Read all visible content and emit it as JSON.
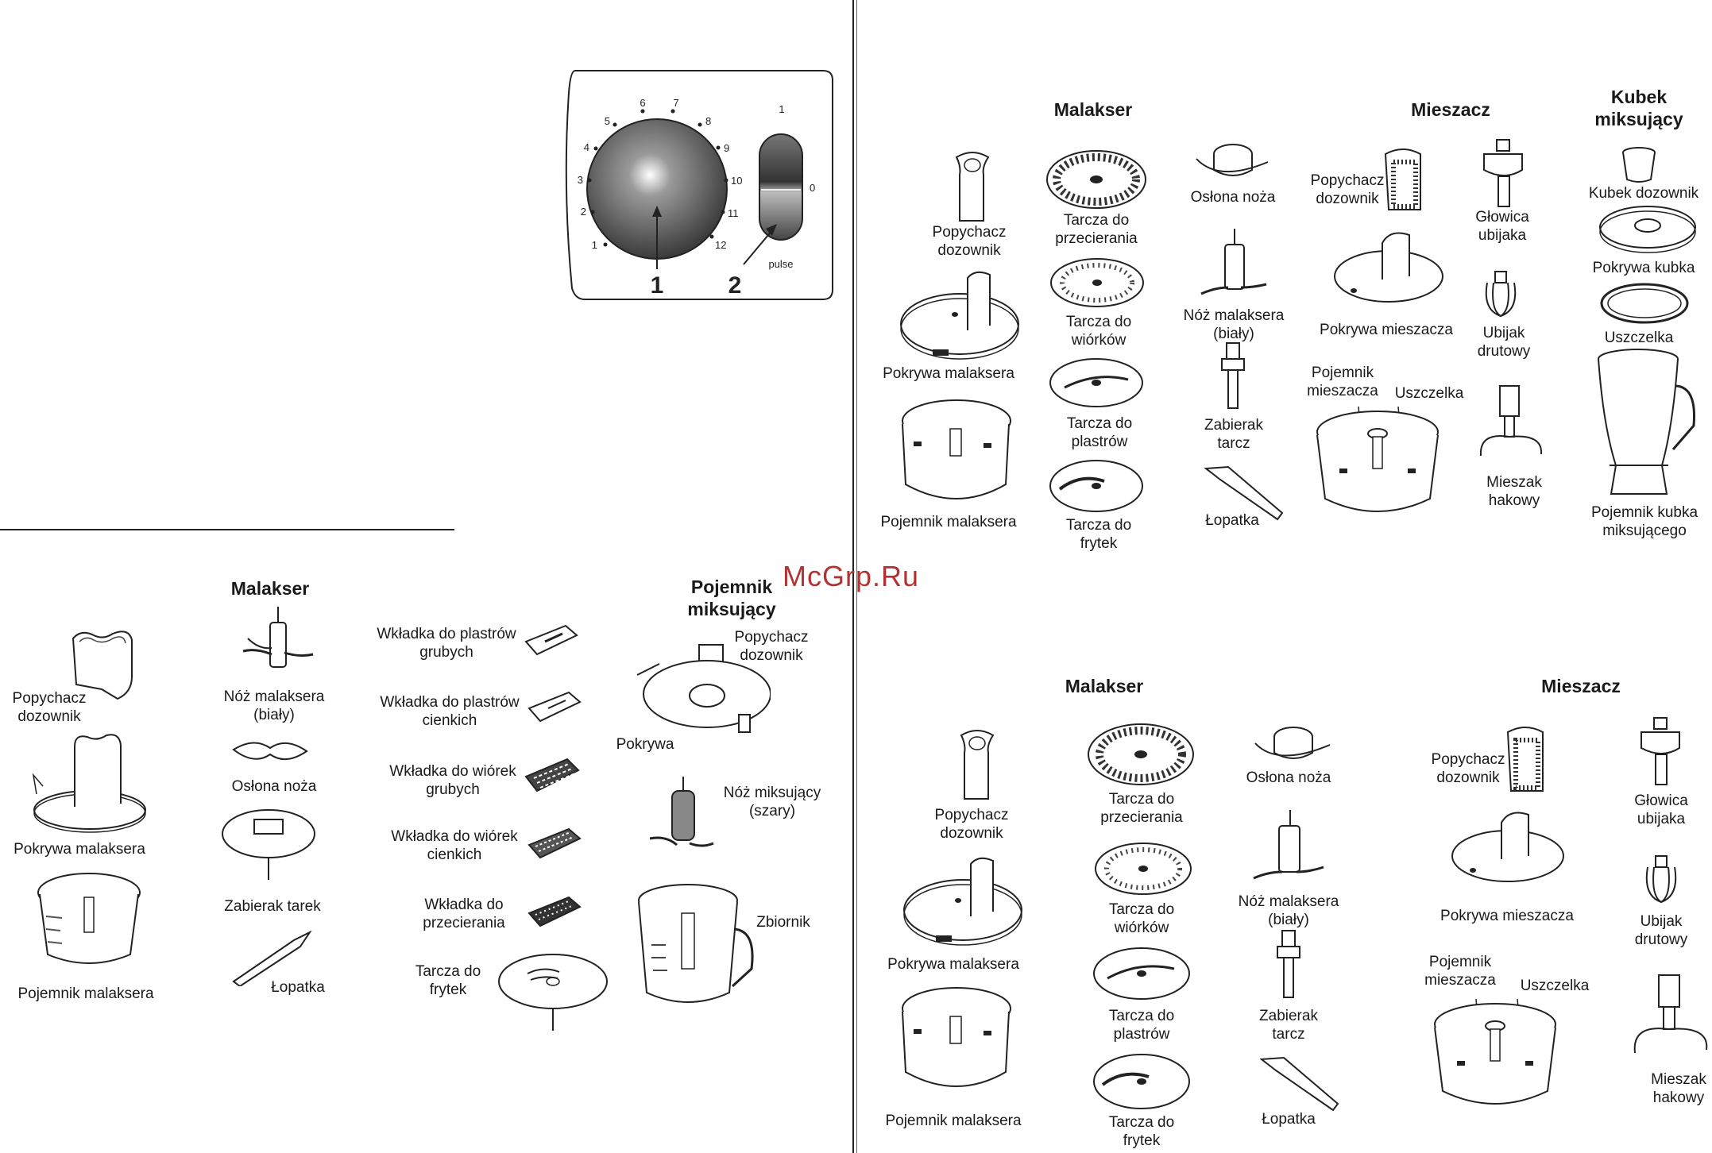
{
  "watermark": "McGrp.Ru",
  "panel": {
    "numbers": [
      "1",
      "2",
      "3",
      "4",
      "5",
      "6",
      "7",
      "8",
      "9",
      "10",
      "11",
      "12"
    ],
    "switch_top": "1",
    "switch_mid": "0",
    "switch_bottom": "pulse",
    "callout_1": "1",
    "callout_2": "2"
  },
  "set_a": {
    "malakser_header": "Malakser",
    "pojemnik_header": "Pojemnik miksujący",
    "popychacz": "Popychacz dozownik",
    "pokrywa_malaksera": "Pokrywa malaksera",
    "pojemnik_malaksera": "Pojemnik malaksera",
    "noz_malaksera": "Nóż malaksera (biały)",
    "oslona_noza": "Osłona noża",
    "zabierak_tarek": "Zabierak tarek",
    "lopatka": "Łopatka",
    "wkladka_1": "Wkładka do plastrów grubych",
    "wkladka_2": "Wkładka do plastrów cienkich",
    "wkladka_3": "Wkładka do wiórek grubych",
    "wkladka_4": "Wkładka do wiórek cienkich",
    "wkladka_5": "Wkładka do przecierania",
    "tarcza_frytek": "Tarcza do frytek",
    "popychacz_dozownik": "Popychacz dozownik",
    "pokrywa": "Pokrywa",
    "noz_miksujacy": "Nóż miksujący (szary)",
    "zbiornik": "Zbiornik"
  },
  "set_b": {
    "malakser_header": "Malakser",
    "mieszacz_header": "Mieszacz",
    "kubek_header": "Kubek miksujący",
    "popychacz": "Popychacz dozownik",
    "pokrywa_malaksera": "Pokrywa malaksera",
    "pojemnik_malaksera": "Pojemnik malaksera",
    "tarcza_przecierania": "Tarcza do przecierania",
    "tarcza_wiorkow": "Tarcza do wiórków",
    "tarcza_plastrow": "Tarcza do plastrów",
    "tarcza_frytek": "Tarcza do frytek",
    "oslona_noza": "Osłona noża",
    "noz_malaksera": "Nóż malaksera (biały)",
    "zabierak_tarcz": "Zabierak tarcz",
    "lopatka": "Łopatka",
    "popychacz_m": "Popychacz dozownik",
    "pokrywa_mieszacza": "Pokrywa mieszacza",
    "pojemnik_mieszacza": "Pojemnik mieszacza",
    "uszczelka": "Uszczelka",
    "glowica": "Głowica ubijaka",
    "ubijak": "Ubijak drutowy",
    "mieszak": "Mieszak hakowy",
    "kubek_dozownik": "Kubek dozownik",
    "pokrywa_kubka": "Pokrywa kubka",
    "uszczelka_k": "Uszczelka",
    "pojemnik_kubka": "Pojemnik kubka miksującego"
  },
  "set_c": {
    "malakser_header": "Malakser",
    "mieszacz_header": "Mieszacz",
    "popychacz": "Popychacz dozownik",
    "pokrywa_malaksera": "Pokrywa malaksera",
    "pojemnik_malaksera": "Pojemnik malaksera",
    "tarcza_przecierania": "Tarcza do przecierania",
    "tarcza_wiorkow": "Tarcza do wiórków",
    "tarcza_plastrow": "Tarcza do plastrów",
    "tarcza_frytek": "Tarcza do frytek",
    "oslona_noza": "Osłona noża",
    "noz_malaksera": "Nóż malaksera (biały)",
    "zabierak_tarcz": "Zabierak tarcz",
    "lopatka": "Łopatka",
    "popychacz_m": "Popychacz dozownik",
    "pokrywa_mieszacza": "Pokrywa mieszacza",
    "pojemnik_mieszacza": "Pojemnik mieszacza",
    "uszczelka": "Uszczelka",
    "glowica": "Głowica ubijaka",
    "ubijak": "Ubijak drutowy",
    "mieszak": "Mieszak hakowy"
  }
}
